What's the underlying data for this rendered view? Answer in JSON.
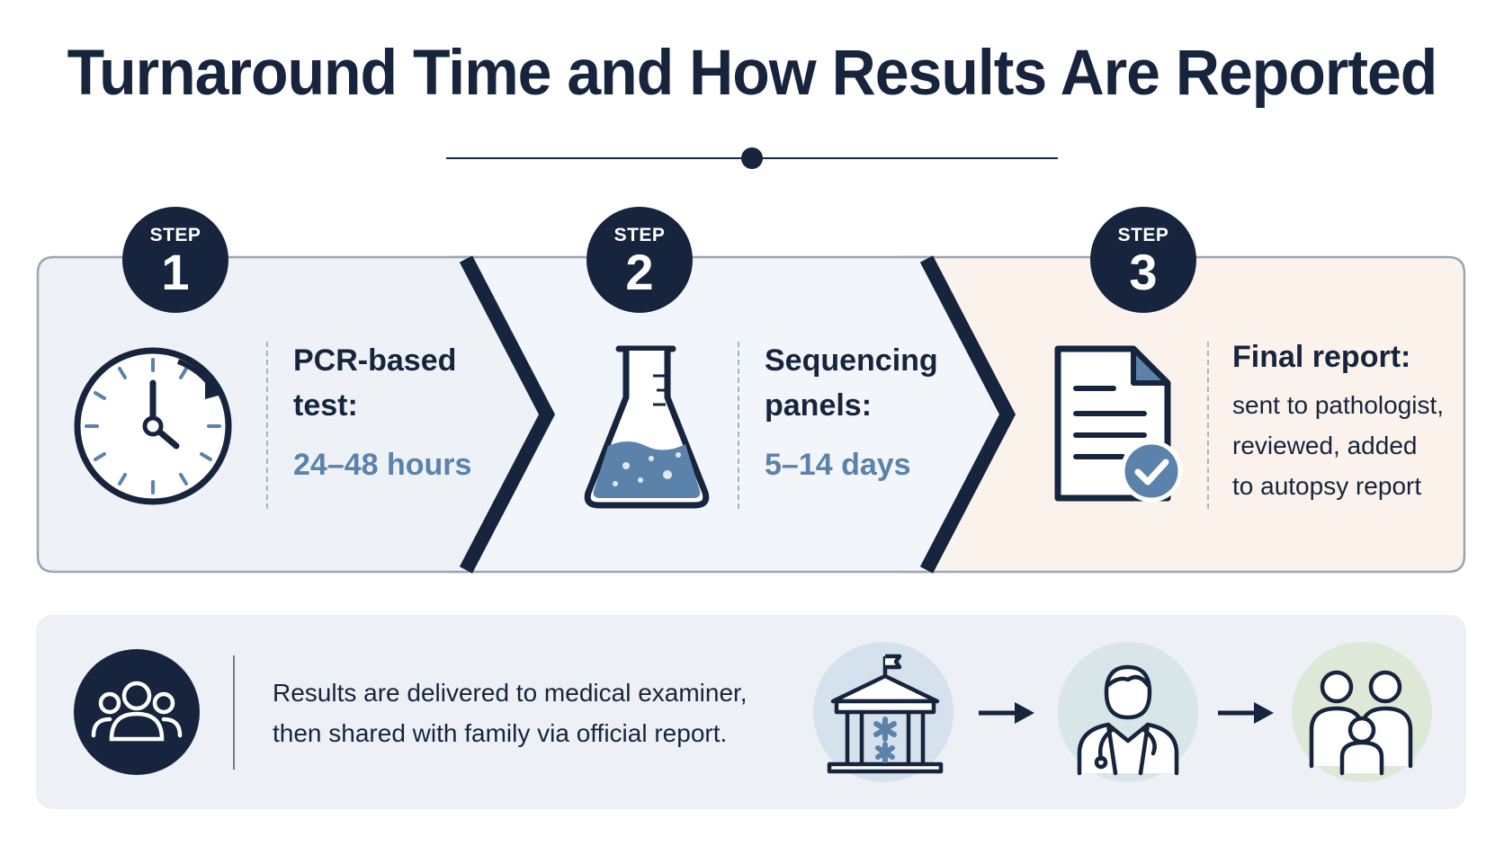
{
  "title": "Turnaround Time and How Results Are Reported",
  "colors": {
    "navy": "#16243d",
    "accent_blue": "#5b82ab",
    "panel_blue": "#eef2f7",
    "panel_peach": "#fbf2ec",
    "bottom_panel": "#edf1f6"
  },
  "steps": [
    {
      "caption": "STEP",
      "number": "1",
      "icon": "clock-icon",
      "label_line1": "PCR-based",
      "label_line2": "test:",
      "value": "24–48 hours"
    },
    {
      "caption": "STEP",
      "number": "2",
      "icon": "flask-icon",
      "label_line1": "Sequencing",
      "label_line2": "panels:",
      "value": "5–14 days"
    },
    {
      "caption": "STEP",
      "number": "3",
      "icon": "document-check-icon",
      "label_line1": "Final report:",
      "desc_lines": [
        "sent to pathologist,",
        "reviewed, added",
        "to autopsy report"
      ]
    }
  ],
  "bottom": {
    "line1": "Results are delivered to medical examiner,",
    "line2": "then shared with family via official report.",
    "icons": [
      "people-group-icon",
      "medical-building-icon",
      "arrow-right-icon",
      "doctor-icon",
      "arrow-right-icon",
      "family-icon"
    ]
  }
}
